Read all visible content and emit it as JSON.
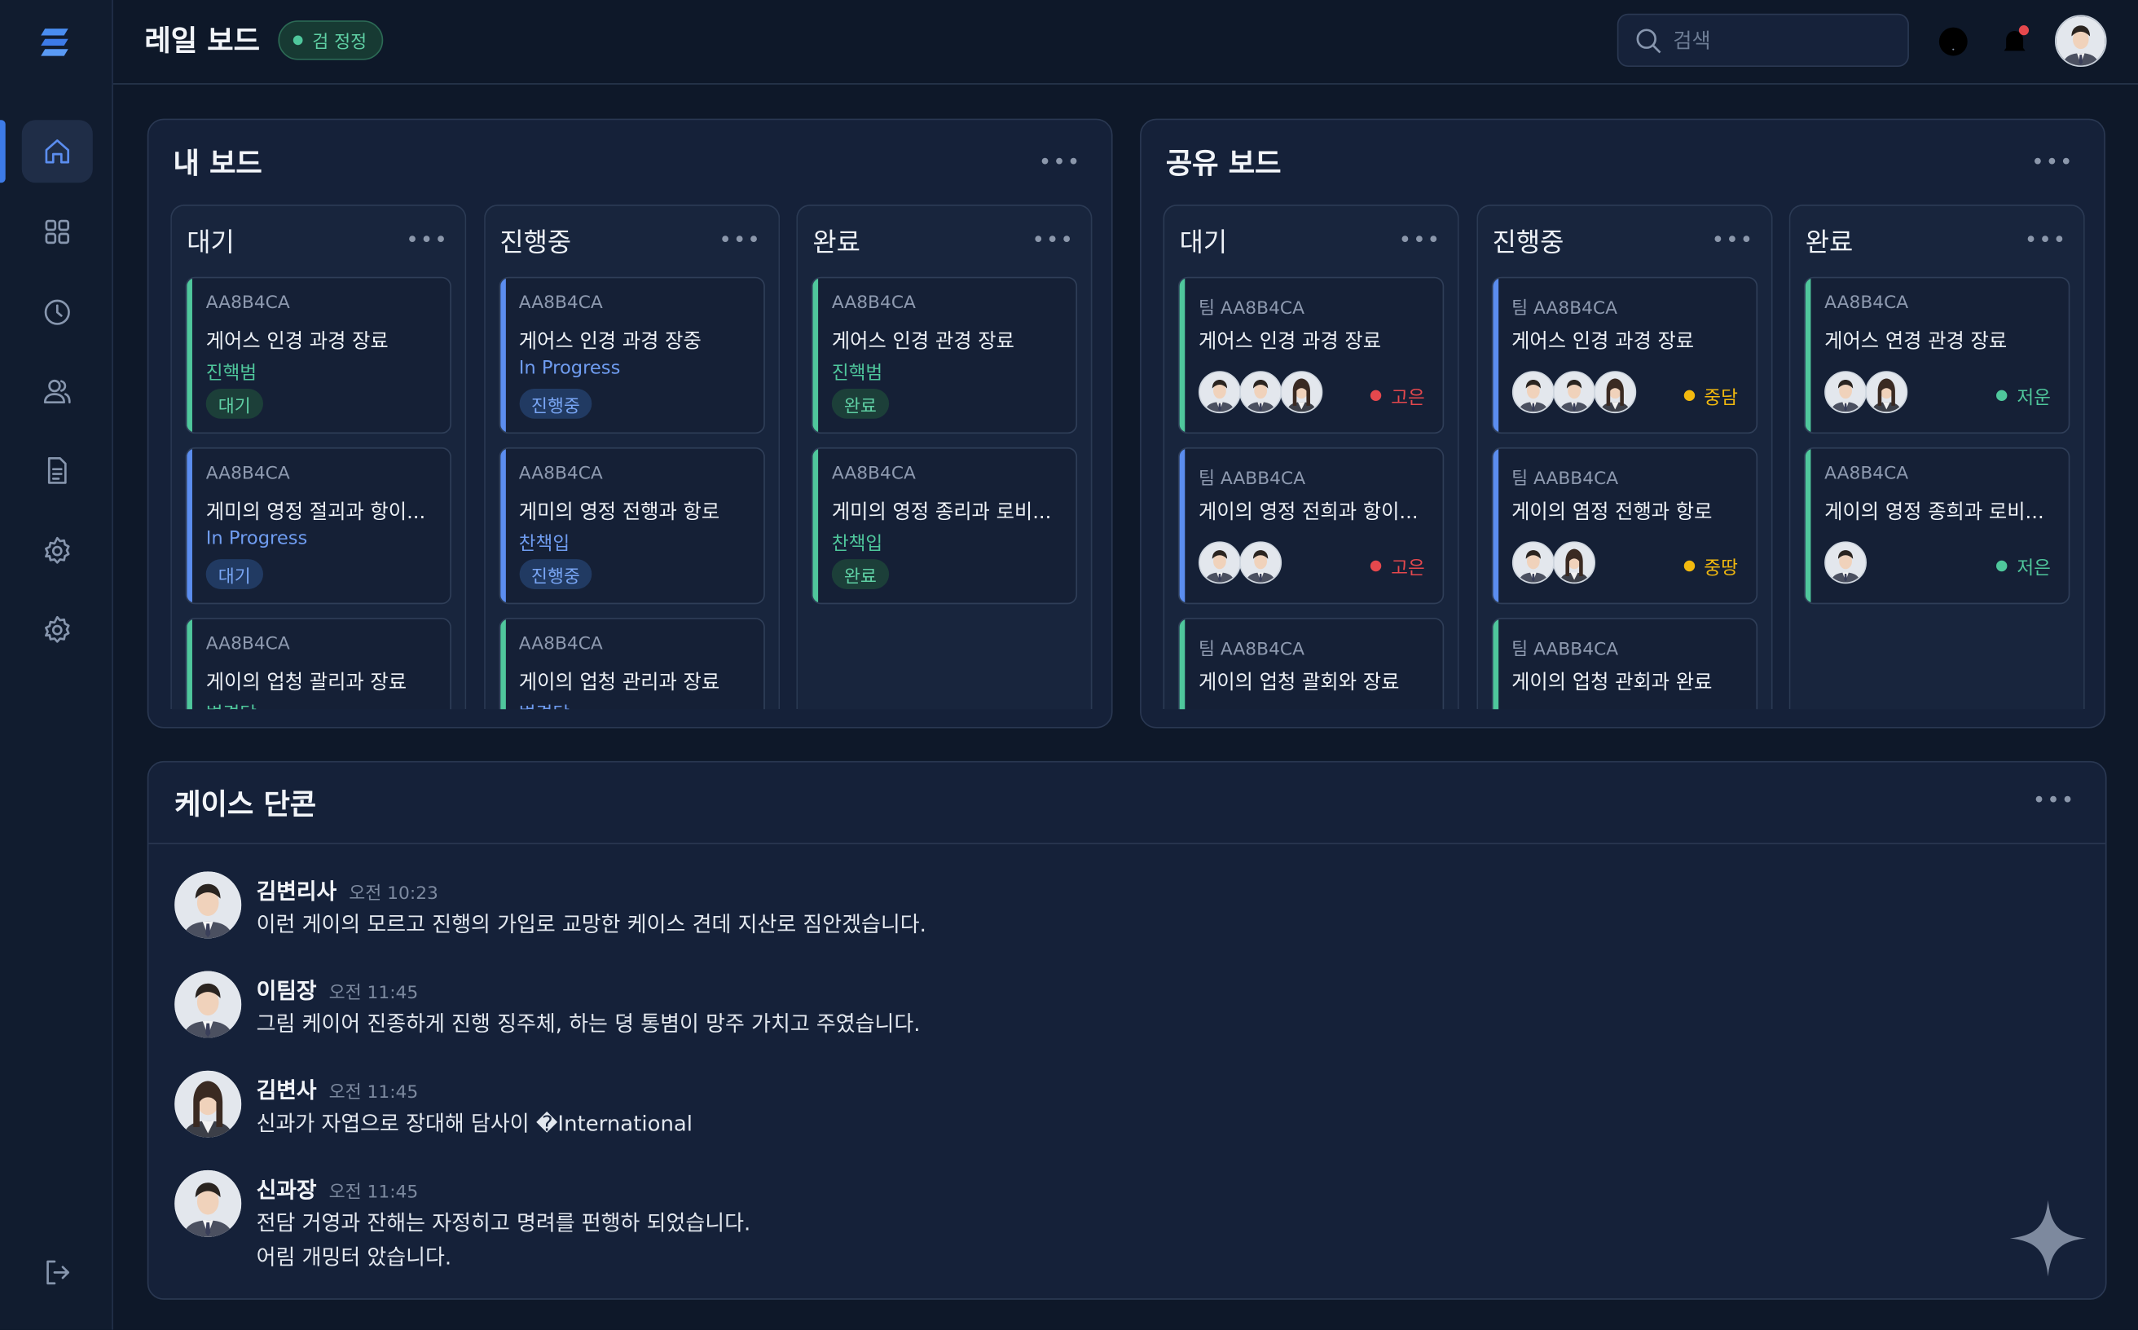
{
  "app": {
    "title": "레일 보드",
    "status_badge": "검 정정"
  },
  "header": {
    "search_placeholder": "검색",
    "notification_dot_color": "#e5484d"
  },
  "colors": {
    "green": "#4fc79c",
    "blue": "#5b8def",
    "red": "#e5484d",
    "yellow": "#f2b90f",
    "bg": "#0e1829"
  },
  "sidebar": {
    "items": [
      {
        "icon": "home-icon",
        "active": true
      },
      {
        "icon": "grid-icon"
      },
      {
        "icon": "clock-icon"
      },
      {
        "icon": "users-icon"
      },
      {
        "icon": "document-icon"
      },
      {
        "icon": "gear-icon"
      },
      {
        "icon": "gear-icon"
      }
    ],
    "logout_icon": "logout-icon"
  },
  "boards": [
    {
      "title": "내 보드",
      "type": "mine",
      "columns": [
        {
          "title": "대기",
          "cards": [
            {
              "id": "AA8B4CA",
              "title": "게어스 인경 과경 장료",
              "sub": "진핵범",
              "sub_color": "green",
              "tag": "대기",
              "tag_color": "green",
              "accent": "green"
            },
            {
              "id": "AA8B4CA",
              "title": "게미의 영정 절괴과 항이...",
              "sub": "In Progress",
              "sub_color": "blue",
              "tag": "대기",
              "tag_color": "blue",
              "accent": "blue"
            },
            {
              "id": "AA8B4CA",
              "title": "게이의 업청 괄리과 장료",
              "sub": "변경담",
              "sub_color": "green",
              "accent": "green"
            }
          ]
        },
        {
          "title": "진행중",
          "cards": [
            {
              "id": "AA8B4CA",
              "title": "게어스 인경 과경 장중",
              "sub": "In Progress",
              "sub_color": "blue",
              "tag": "진행중",
              "tag_color": "blue",
              "accent": "blue"
            },
            {
              "id": "AA8B4CA",
              "title": "게미의 영정 전행과 항로",
              "sub": "찬책입",
              "sub_color": "blue",
              "tag": "진행중",
              "tag_color": "blue",
              "accent": "blue"
            },
            {
              "id": "AA8B4CA",
              "title": "게이의 업청 관리과 장료",
              "sub": "변경담",
              "sub_color": "blue",
              "accent": "green"
            }
          ]
        },
        {
          "title": "완료",
          "cards": [
            {
              "id": "AA8B4CA",
              "title": "게어스 인경 관경 장료",
              "sub": "진핵범",
              "sub_color": "green",
              "tag": "완료",
              "tag_color": "green",
              "accent": "green"
            },
            {
              "id": "AA8B4CA",
              "title": "게미의 영정 종리과 로비...",
              "sub": "찬책입",
              "sub_color": "green",
              "tag": "완료",
              "tag_color": "green",
              "accent": "green"
            }
          ]
        }
      ]
    },
    {
      "title": "공유 보드",
      "type": "shared",
      "columns": [
        {
          "title": "대기",
          "cards": [
            {
              "id": "팀 AA8B4CA",
              "title": "게어스 인경 과경 장료",
              "avatars": [
                "m",
                "m",
                "f"
              ],
              "priority": "고은",
              "priority_color": "red",
              "accent": "green"
            },
            {
              "id": "팀 AABB4CA",
              "title": "게이의 영정 전희과 항이...",
              "avatars": [
                "m",
                "m"
              ],
              "priority": "고은",
              "priority_color": "red",
              "accent": "blue"
            },
            {
              "id": "팀 AA8B4CA",
              "title": "게이의 업청 괄회와 장료",
              "avatars": [
                "m",
                "m"
              ],
              "accent": "green"
            }
          ]
        },
        {
          "title": "진행중",
          "cards": [
            {
              "id": "팀 AA8B4CA",
              "title": "게어스 인경 과경 장료",
              "avatars": [
                "m",
                "m",
                "f"
              ],
              "priority": "중담",
              "priority_color": "yellow",
              "accent": "blue"
            },
            {
              "id": "팀 AABB4CA",
              "title": "게이의 염정 전행과 항로",
              "avatars": [
                "m",
                "f"
              ],
              "priority": "중땅",
              "priority_color": "yellow",
              "accent": "blue"
            },
            {
              "id": "팀 AABB4CA",
              "title": "게이의 업청 관회과 완료",
              "avatars": [
                "m",
                "m",
                "f"
              ],
              "accent": "green"
            }
          ]
        },
        {
          "title": "완료",
          "cards": [
            {
              "id": "AA8B4CA",
              "title": "게어스 연경 관경 장료",
              "avatars": [
                "m",
                "f"
              ],
              "priority": "저운",
              "priority_color": "green",
              "accent": "green"
            },
            {
              "id": "AA8B4CA",
              "title": "게이의 영정 종희과 로비...",
              "avatars": [
                "m"
              ],
              "priority": "저은",
              "priority_color": "green",
              "accent": "green"
            }
          ]
        }
      ]
    }
  ],
  "chat": {
    "title": "케이스 단콘",
    "messages": [
      {
        "name": "김변리사",
        "time": "오전 10:23",
        "avatar": "m",
        "lines": [
          "이런 게이의 모르고 진행의 가입로 교망한 케이스 견데 지산로 짐안겠습니다."
        ]
      },
      {
        "name": "이팀장",
        "time": "오전 11:45",
        "avatar": "m",
        "lines": [
          "그림 케이어 진종하게 진행 징주체, 하는 뎡 통볌이 망주 가치고 주였습니다."
        ]
      },
      {
        "name": "김변사",
        "time": "오전 11:45",
        "avatar": "f",
        "lines": [
          "신과가 자엽으로 장대해 담사이 �International"
        ]
      },
      {
        "name": "신과장",
        "time": "오전 11:45",
        "avatar": "m",
        "lines": [
          "전담 거영과 잔해는 자정히고 명려를 펀행하 되었습니다.",
          "어림 개밍터 았습니다."
        ]
      }
    ]
  }
}
